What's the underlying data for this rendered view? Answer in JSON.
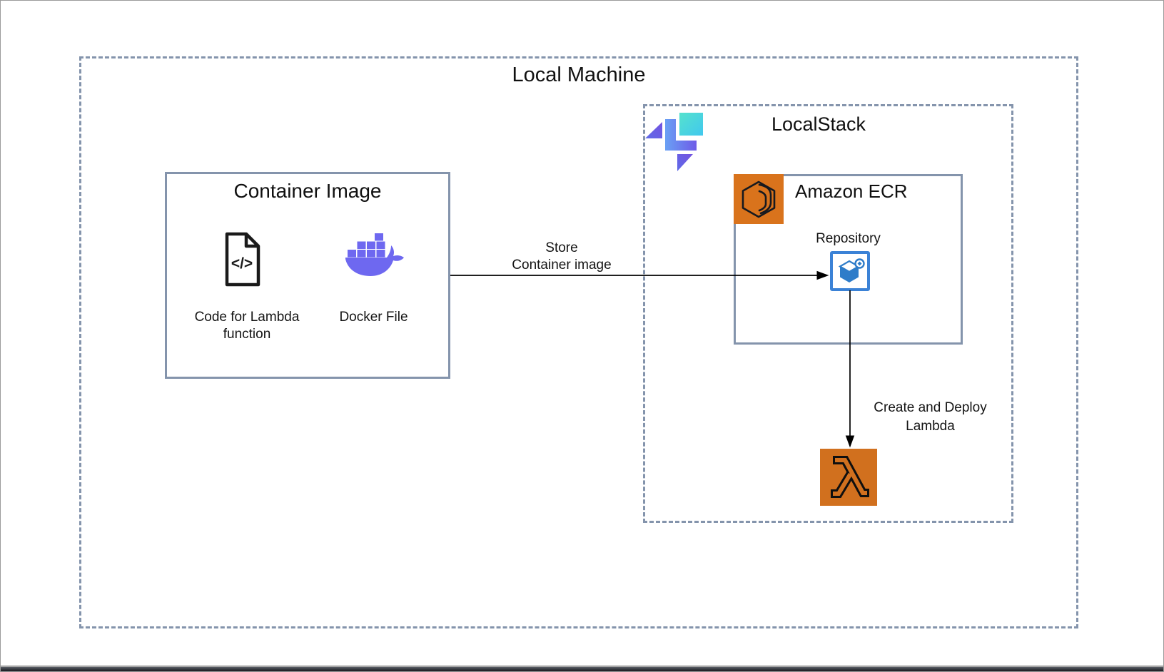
{
  "colors": {
    "dashed_border": "#8494AC",
    "solid_border": "#8494AC",
    "text": "#111111",
    "arrow": "#000000",
    "docker_purple": "#6E68F0",
    "ecr_orange": "#D9731C",
    "lambda_orange": "#D1701E",
    "repo_border_blue": "#3B82D6",
    "repo_cube_blue": "#2E7CC9",
    "localstack_teal_from": "#55E2CD",
    "localstack_teal_to": "#41C8EE",
    "localstack_purple": "#6659E8",
    "localstack_blue": "#6AA1F4"
  },
  "icons": {
    "code_file": "code-file-icon",
    "docker": "docker-whale-icon",
    "localstack": "localstack-logo",
    "ecr": "amazon-ecr-icon",
    "repository": "ecr-repository-icon",
    "lambda": "aws-lambda-icon"
  },
  "diagram": {
    "local_machine": {
      "title": "Local Machine"
    },
    "container_image": {
      "title": "Container Image",
      "code_label_line1": "Code for Lambda",
      "code_label_line2": "function",
      "code_glyph": "</>",
      "docker_label": "Docker File"
    },
    "store_arrow": {
      "label_line1": "Store",
      "label_line2": "Container image"
    },
    "localstack": {
      "title": "LocalStack"
    },
    "ecr": {
      "title": "Amazon ECR",
      "repository_label": "Repository"
    },
    "deploy_arrow": {
      "label_line1": "Create and Deploy",
      "label_line2": "Lambda"
    }
  }
}
